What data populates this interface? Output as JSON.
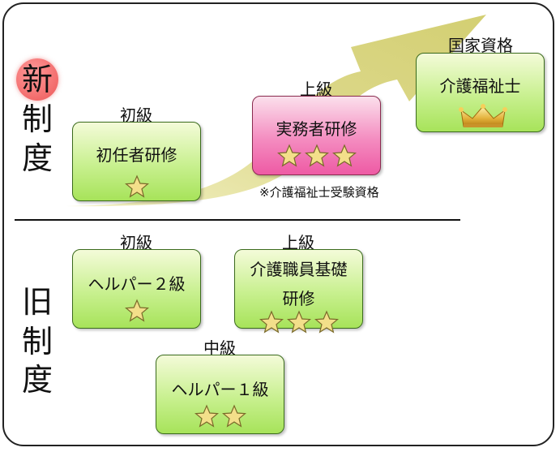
{
  "new_system": {
    "label_badge_char": "新",
    "label_rest": [
      "制",
      "度"
    ],
    "beginner": {
      "level": "初級",
      "name": "初任者研修",
      "stars": 1
    },
    "advanced": {
      "level": "上級",
      "name": "実務者研修",
      "stars": 3,
      "note": "※介護福祉士受験資格"
    },
    "national": {
      "level": "国家資格",
      "name": "介護福祉士"
    }
  },
  "old_system": {
    "label": [
      "旧",
      "制",
      "度"
    ],
    "beginner": {
      "level": "初級",
      "name": "ヘルパー２級",
      "stars": 1
    },
    "advanced": {
      "level": "上級",
      "name_lines": [
        "介護職員基礎",
        "研修"
      ],
      "stars": 3
    },
    "intermediate": {
      "level": "中級",
      "name": "ヘルパー１級",
      "stars": 2
    }
  },
  "colors": {
    "green_box": "#b7ea73",
    "pink_box": "#f07ab5",
    "arrow": "#dcd889",
    "star": "#f3df8a",
    "badge": "#f26b6b"
  }
}
